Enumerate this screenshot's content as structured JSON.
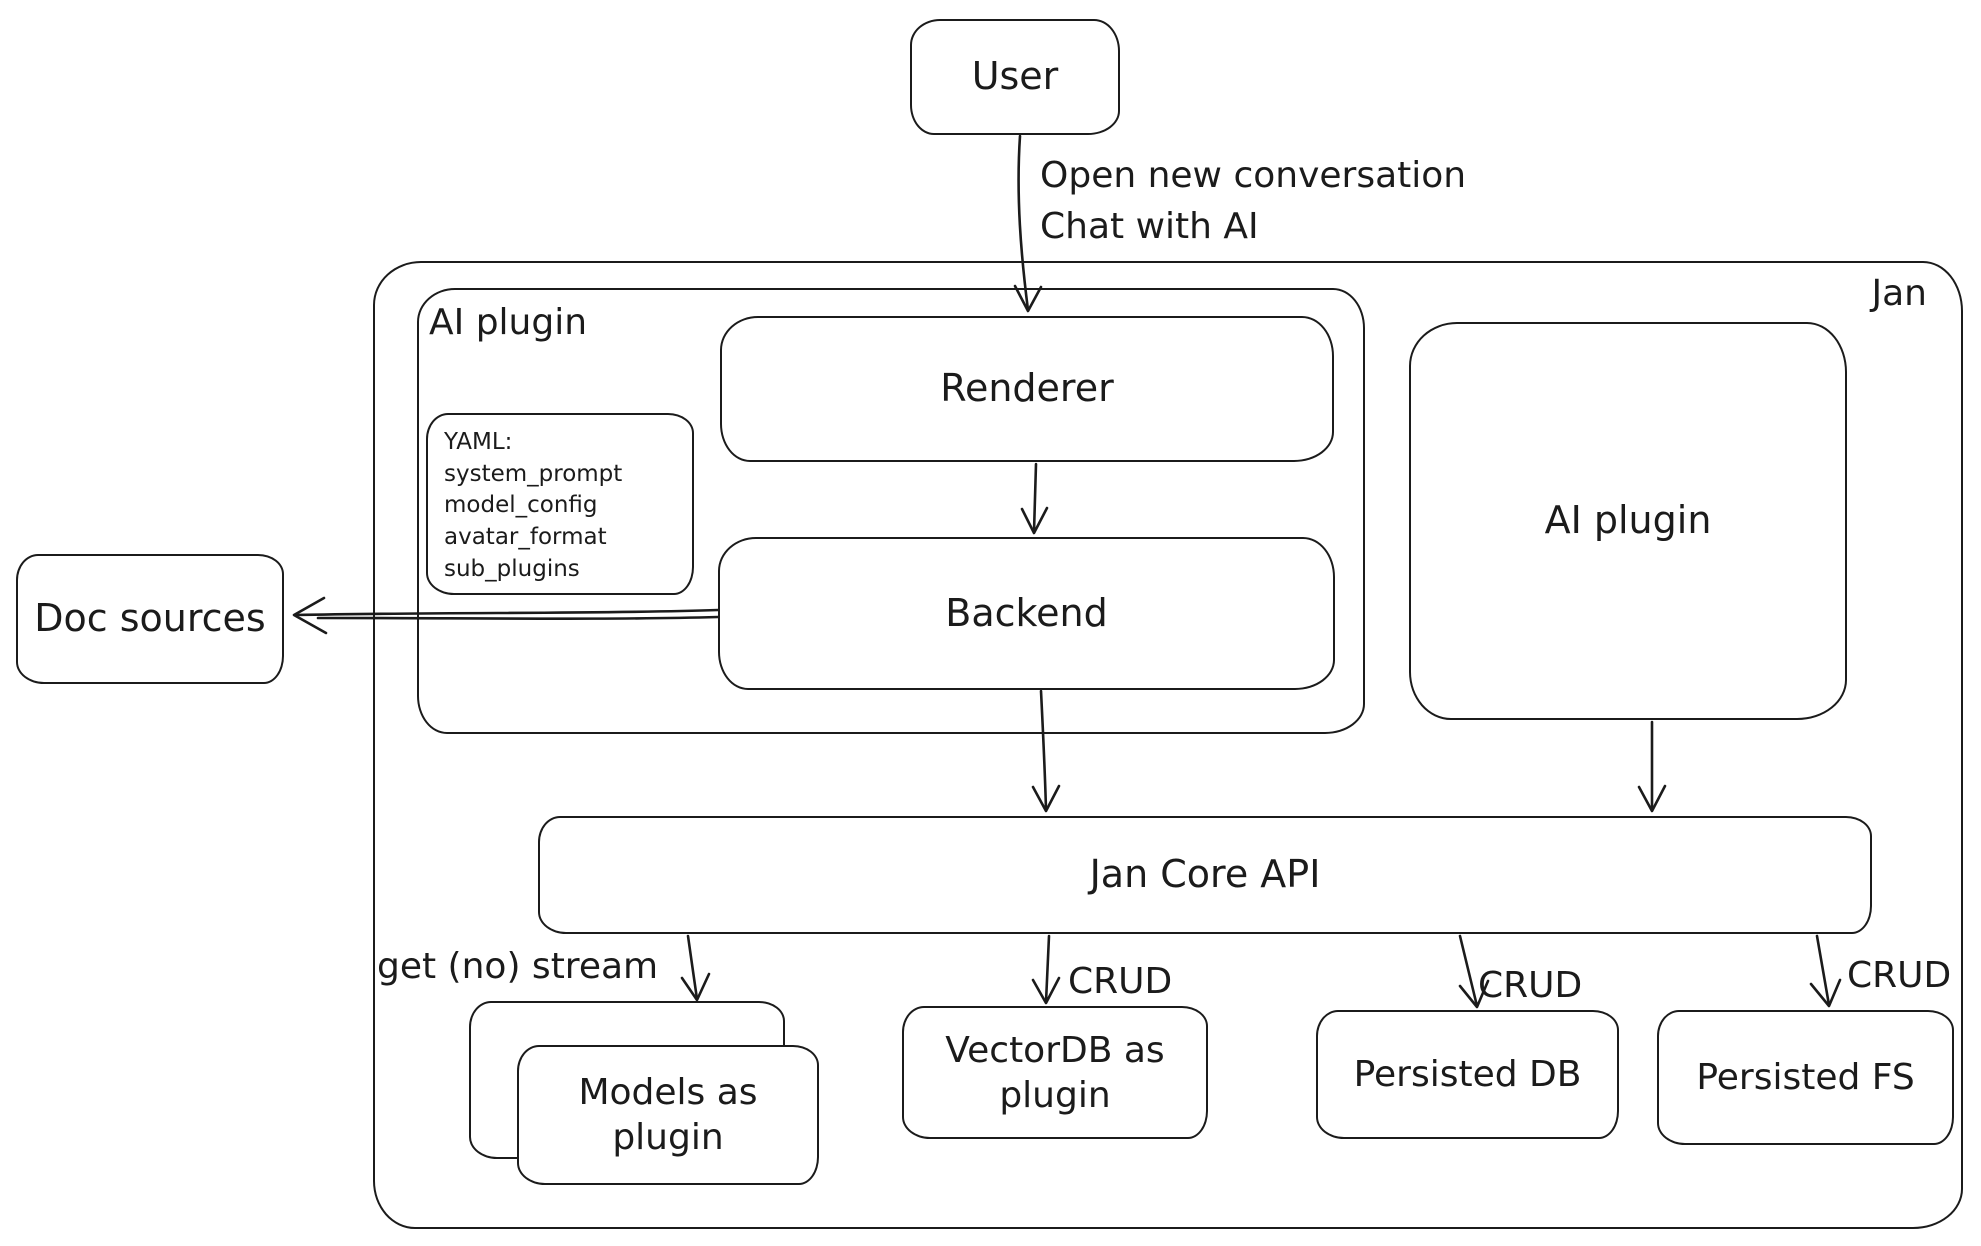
{
  "nodes": {
    "user": {
      "label": "User"
    },
    "jan": {
      "label": "Jan"
    },
    "ai_plugin_group": {
      "label": "AI plugin"
    },
    "renderer": {
      "label": "Renderer"
    },
    "yaml_note": {
      "title": "YAML:",
      "lines": [
        "system_prompt",
        "model_config",
        "avatar_format",
        "sub_plugins"
      ]
    },
    "backend": {
      "label": "Backend"
    },
    "ai_plugin_box": {
      "label": "AI plugin"
    },
    "doc_sources": {
      "label": "Doc sources"
    },
    "jan_core_api": {
      "label": "Jan Core API"
    },
    "models_plugin": {
      "label": "Models as plugin"
    },
    "vectordb_plugin": {
      "label": "VectorDB as plugin"
    },
    "persisted_db": {
      "label": "Persisted DB"
    },
    "persisted_fs": {
      "label": "Persisted FS"
    }
  },
  "edges": {
    "user_to_renderer": {
      "line1": "Open new conversation",
      "line2": "Chat with AI"
    },
    "core_to_models": {
      "label": "get (no) stream"
    },
    "core_to_vectordb": {
      "label": "CRUD"
    },
    "core_to_persisted_db": {
      "label": "CRUD"
    },
    "core_to_persisted_fs": {
      "label": "CRUD"
    }
  },
  "colors": {
    "stroke": "#1b1b1b",
    "background": "#ffffff"
  }
}
